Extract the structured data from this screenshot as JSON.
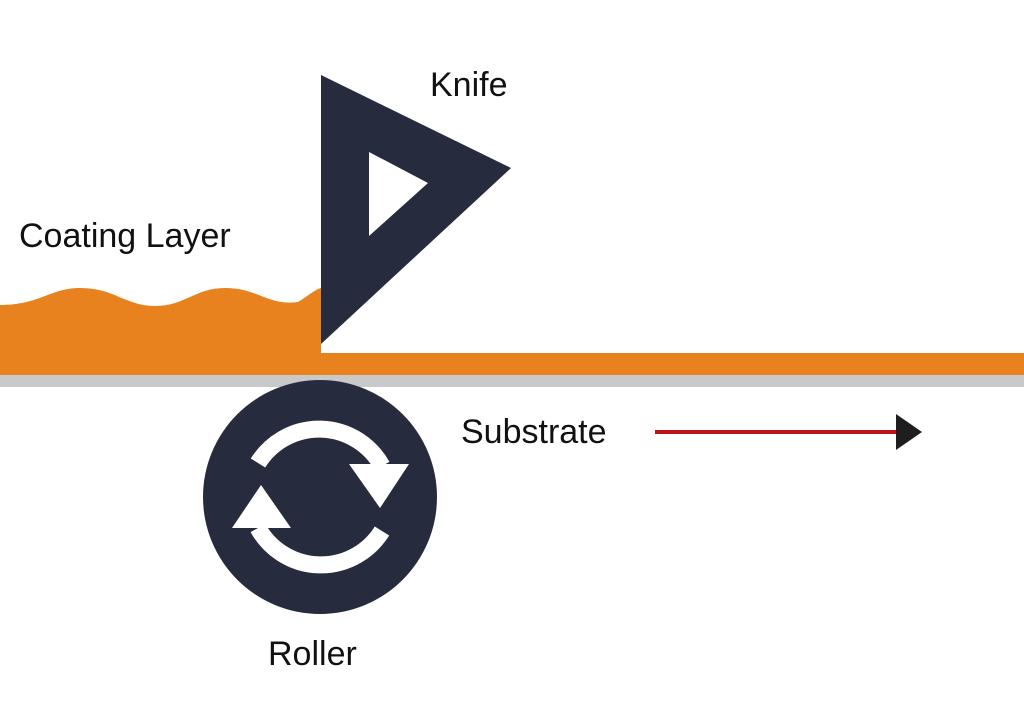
{
  "labels": {
    "knife": "Knife",
    "coating_layer": "Coating Layer",
    "substrate": "Substrate",
    "roller": "Roller"
  },
  "colors": {
    "coating": "#E8821E",
    "substrate": "#C9C9C9",
    "dark": "#262B3D",
    "arrow_line": "#C0111A",
    "arrow_head": "#1E1E1E",
    "background": "#FFFFFF"
  },
  "icons": {
    "knife": "triangle-knife-icon",
    "roller": "rotate-arrows-icon",
    "direction": "arrow-right-icon"
  }
}
